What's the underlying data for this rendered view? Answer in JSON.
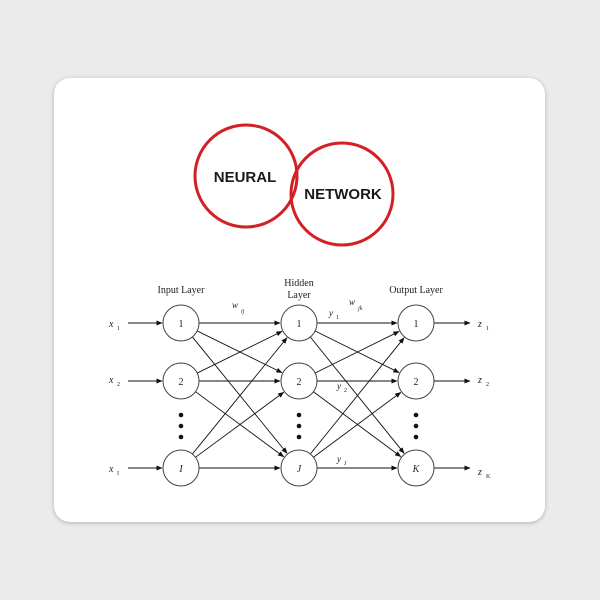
{
  "logo": {
    "word1": "NEURAL",
    "word2": "NETWORK",
    "ring_color": "#d42025"
  },
  "diagram": {
    "layers": {
      "input": "Input Layer",
      "hidden_line1": "Hidden",
      "hidden_line2": "Layer",
      "output": "Output Layer"
    },
    "weights": {
      "input_hidden": "w",
      "input_hidden_sub": "ij",
      "hidden_output": "w",
      "hidden_output_sub": "jk"
    },
    "input_nodes": [
      "1",
      "2",
      "I"
    ],
    "hidden_nodes": [
      "1",
      "2",
      "J"
    ],
    "output_nodes": [
      "1",
      "2",
      "K"
    ],
    "inputs": [
      {
        "label": "x",
        "sub": "1"
      },
      {
        "label": "x",
        "sub": "2"
      },
      {
        "label": "x",
        "sub": "I"
      }
    ],
    "hidden_outputs": [
      {
        "label": "y",
        "sub": "1"
      },
      {
        "label": "y",
        "sub": "2"
      },
      {
        "label": "y",
        "sub": "J"
      }
    ],
    "outputs": [
      {
        "label": "z",
        "sub": "1"
      },
      {
        "label": "z",
        "sub": "2"
      },
      {
        "label": "z",
        "sub": "K"
      }
    ]
  }
}
